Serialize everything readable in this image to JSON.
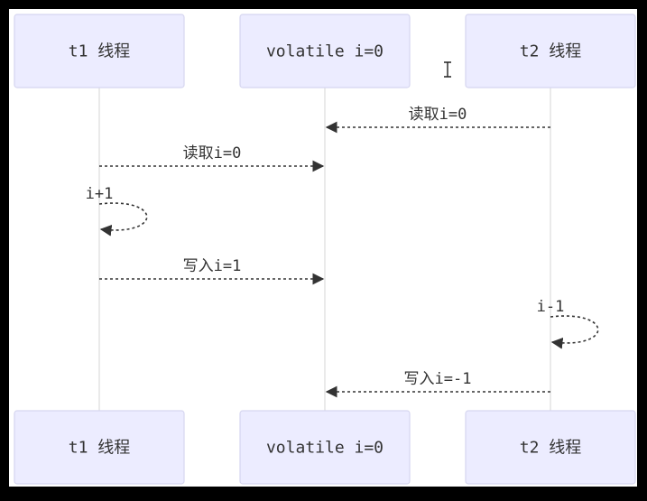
{
  "participants": [
    {
      "id": "t1",
      "label": "t1 线程"
    },
    {
      "id": "v",
      "label": "volatile i=0"
    },
    {
      "id": "t2",
      "label": "t2 线程"
    }
  ],
  "messages": [
    {
      "from": "t2",
      "to": "v",
      "label": "读取i=0",
      "self": false
    },
    {
      "from": "t1",
      "to": "v",
      "label": "读取i=0",
      "self": false
    },
    {
      "from": "t1",
      "to": "t1",
      "label": "i+1",
      "self": true
    },
    {
      "from": "t1",
      "to": "v",
      "label": "写入i=1",
      "self": false
    },
    {
      "from": "t2",
      "to": "t2",
      "label": "i-1",
      "self": true
    },
    {
      "from": "t2",
      "to": "v",
      "label": "写入i=-1",
      "self": false
    }
  ],
  "colors": {
    "box_fill": "#ECECFF",
    "box_stroke": "#D6D6F0",
    "lifeline": "#DDDDDD",
    "arrow": "#333333",
    "text": "#333333"
  }
}
